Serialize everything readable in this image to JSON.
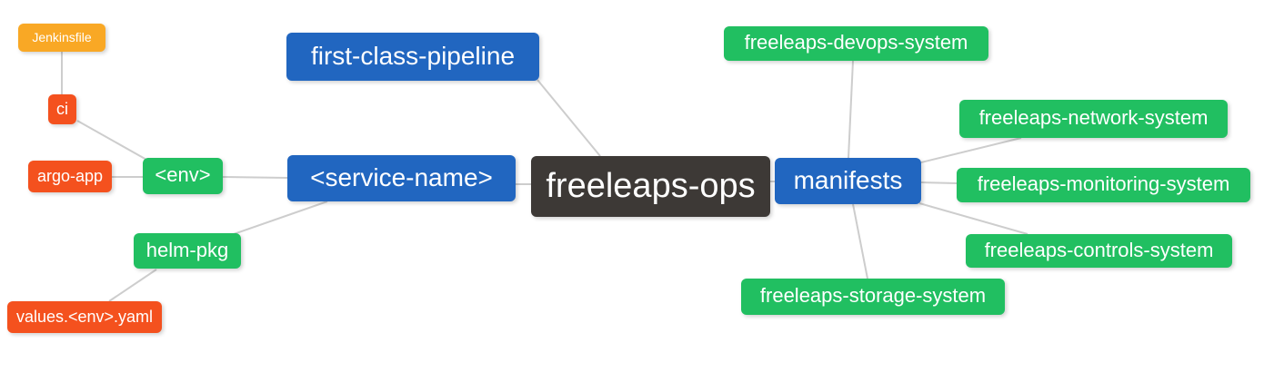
{
  "canvas": {
    "background_color": "#ffffff",
    "edge_color": "#cdcdcd"
  },
  "palette": {
    "root": "#3d3936",
    "level1": "#2166c0",
    "level2": "#21bf61",
    "level3": "#f4511e",
    "level4": "#f9a825"
  },
  "nodes": {
    "root": {
      "label": "freeleaps-ops",
      "color": "#3d3936"
    },
    "first_class_pipeline": {
      "label": "first-class-pipeline",
      "color": "#2166c0"
    },
    "service_name": {
      "label": "<service-name>",
      "color": "#2166c0"
    },
    "manifests": {
      "label": "manifests",
      "color": "#2166c0"
    },
    "env": {
      "label": "<env>",
      "color": "#21bf61"
    },
    "helm_pkg": {
      "label": "helm-pkg",
      "color": "#21bf61"
    },
    "devops_system": {
      "label": "freeleaps-devops-system",
      "color": "#21bf61"
    },
    "network_system": {
      "label": "freeleaps-network-system",
      "color": "#21bf61"
    },
    "monitoring_system": {
      "label": "freeleaps-monitoring-system",
      "color": "#21bf61"
    },
    "controls_system": {
      "label": "freeleaps-controls-system",
      "color": "#21bf61"
    },
    "storage_system": {
      "label": "freeleaps-storage-system",
      "color": "#21bf61"
    },
    "ci": {
      "label": "ci",
      "color": "#f4511e"
    },
    "argo_app": {
      "label": "argo-app",
      "color": "#f4511e"
    },
    "values_env_yaml": {
      "label": "values.<env>.yaml",
      "color": "#f4511e"
    },
    "jenkinsfile": {
      "label": "Jenkinsfile",
      "color": "#f9a825"
    }
  },
  "edges": [
    {
      "from": "jenkinsfile",
      "to": "ci"
    },
    {
      "from": "ci",
      "to": "env"
    },
    {
      "from": "argo_app",
      "to": "env"
    },
    {
      "from": "env",
      "to": "service_name"
    },
    {
      "from": "helm_pkg",
      "to": "service_name"
    },
    {
      "from": "values_env_yaml",
      "to": "helm_pkg"
    },
    {
      "from": "service_name",
      "to": "root"
    },
    {
      "from": "first_class_pipeline",
      "to": "root"
    },
    {
      "from": "root",
      "to": "manifests"
    },
    {
      "from": "manifests",
      "to": "devops_system"
    },
    {
      "from": "manifests",
      "to": "network_system"
    },
    {
      "from": "manifests",
      "to": "monitoring_system"
    },
    {
      "from": "manifests",
      "to": "controls_system"
    },
    {
      "from": "manifests",
      "to": "storage_system"
    }
  ]
}
